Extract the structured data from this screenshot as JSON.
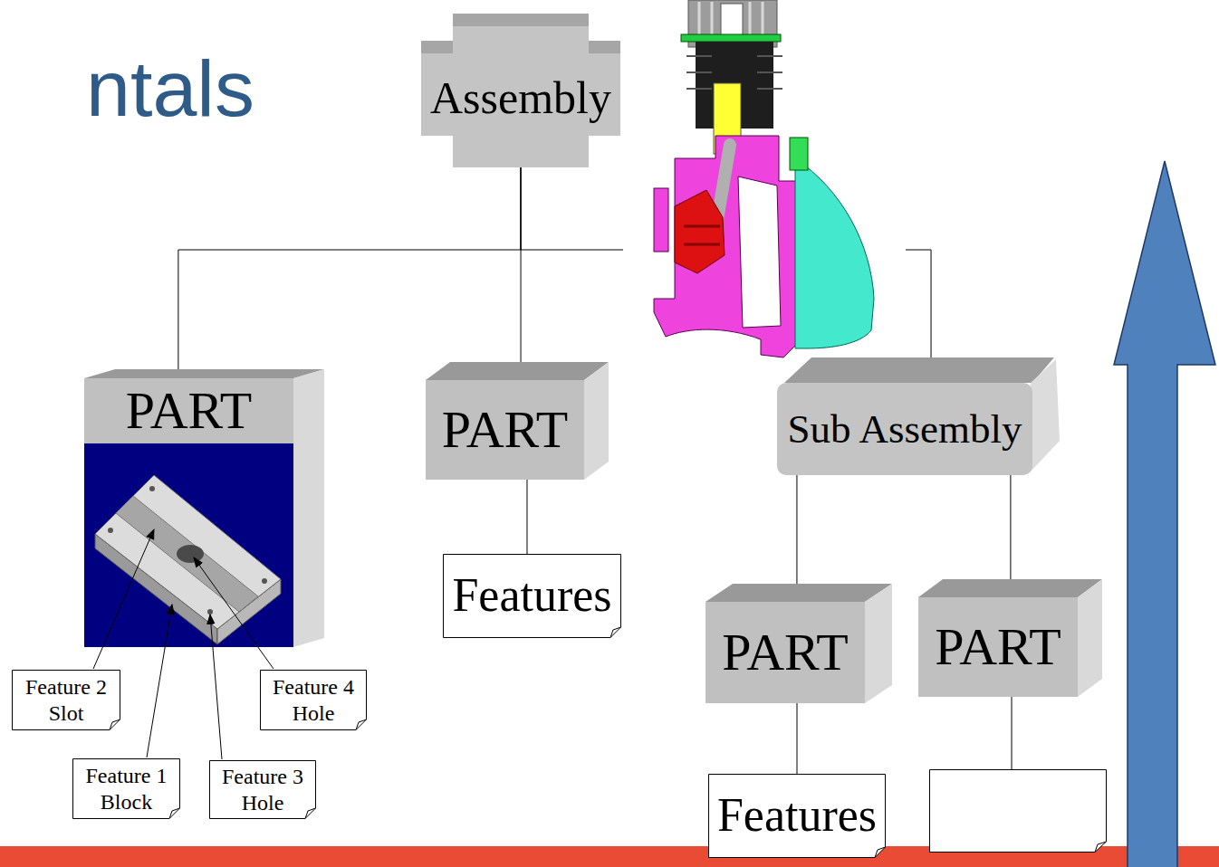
{
  "diagram": {
    "title": "ntals",
    "nodes": [
      {
        "text": [
          "Assembly"
        ]
      },
      {
        "text": [
          "PART"
        ]
      },
      {
        "text": [
          "PART"
        ]
      },
      {
        "text": [
          "Sub Assembly"
        ]
      },
      {
        "text": [
          "Features"
        ]
      },
      {
        "text": [
          "PART"
        ]
      },
      {
        "text": [
          "PART"
        ]
      },
      {
        "text": [
          "Feature 2 Slot"
        ]
      },
      {
        "text": [
          "Feature 4 Hole"
        ]
      },
      {
        "text": [
          "Feature 1 Block"
        ]
      },
      {
        "text": [
          "Feature 3 Hole"
        ]
      },
      {
        "text": [
          "Features"
        ]
      }
    ],
    "edges": [
      {
        "from": 0,
        "to": 1,
        "arrow": "none"
      },
      {
        "from": 0,
        "to": 2,
        "arrow": "none"
      },
      {
        "from": 0,
        "to": 3,
        "arrow": "none"
      },
      {
        "from": 2,
        "to": 4,
        "arrow": "none"
      },
      {
        "from": 3,
        "to": 5,
        "arrow": "none"
      },
      {
        "from": 3,
        "to": 6,
        "arrow": "none"
      },
      {
        "from": 5,
        "to": 11,
        "arrow": "none"
      }
    ]
  }
}
